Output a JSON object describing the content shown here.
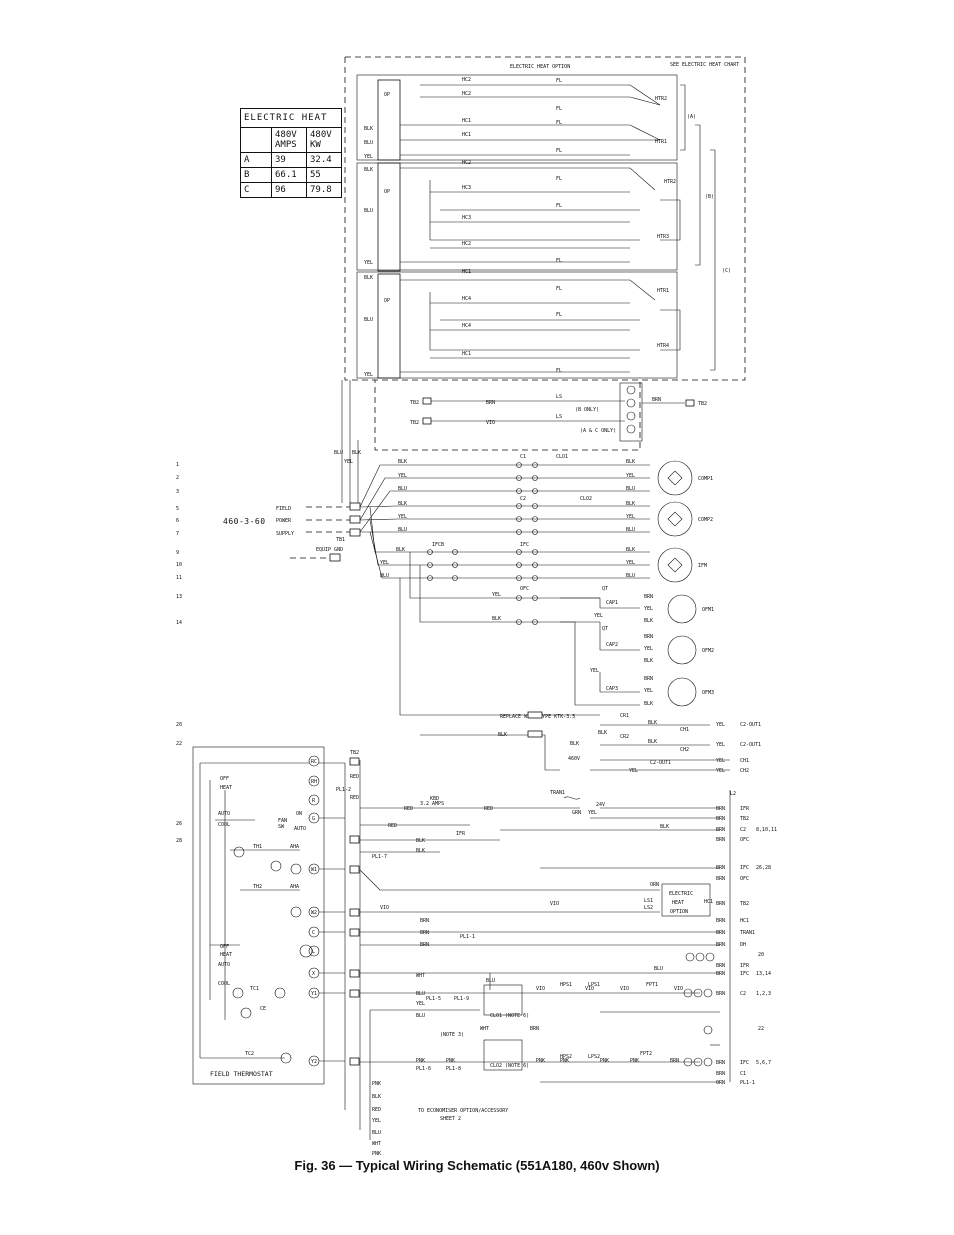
{
  "caption": "Fig. 36 — Typical Wiring Schematic (551A180, 460v Shown)",
  "electric_heat_table": {
    "title": "ELECTRIC HEAT",
    "col_amps": "480V AMPS",
    "col_kw": "480V KW",
    "rows": [
      {
        "id": "A",
        "amps": "39",
        "kw": "32.4"
      },
      {
        "id": "B",
        "amps": "66.1",
        "kw": "55"
      },
      {
        "id": "C",
        "amps": "96",
        "kw": "79.8"
      }
    ]
  },
  "labels": {
    "electric_heat_option": "ELECTRIC HEAT OPTION",
    "see_chart": "SEE ELECTRIC HEAT CHART",
    "tb2": "TB2",
    "b_only": "(B ONLY)",
    "a_c_only": "(A & C ONLY)",
    "field": "FIELD",
    "power": "POWER",
    "supply": "SUPPLY",
    "voltage": "460-3-60",
    "tb1": "TB1",
    "equip_gnd": "EQUIP GND",
    "replace_fuse": "REPLACE WITH TYPE KTK-3.5",
    "fuse_amps": "3.2 AMPS",
    "field_thermostat": "FIELD THERMOSTAT",
    "economiser": "TO ECONOMISER OPTION/ACCESSORY",
    "sheet2": "SHEET 2",
    "electric_heat_option_box": "ELECTRIC HEAT OPTION",
    "l2": "L2",
    "v480": "460V",
    "tran": "TRAN1",
    "ch1": "CH1",
    "ch2": "CH2",
    "lv24": "24V"
  },
  "line_numbers": [
    "1",
    "2",
    "3",
    "5",
    "6",
    "7",
    "9",
    "10",
    "11",
    "13",
    "14",
    "20",
    "22",
    "26",
    "28"
  ],
  "heater_labels": [
    "HTR2",
    "HTR1",
    "HTR2",
    "HTR3",
    "HTR1",
    "HTR4"
  ],
  "contactor_labels": [
    "HC2",
    "HC2",
    "HC1",
    "HC1",
    "HC2",
    "HC3",
    "HC3",
    "HC2",
    "HC1",
    "HC4",
    "HC4",
    "HC1"
  ],
  "group_labels": [
    "(A)",
    "(B)",
    "(C)"
  ],
  "motor_labels": [
    "COMP1",
    "COMP2",
    "IFM",
    "OFM1",
    "OFM2",
    "OFM3"
  ],
  "wire_colors": [
    "BLK",
    "YEL",
    "BLU",
    "BRN",
    "VIO",
    "RED",
    "WHT",
    "PNK",
    "ORN"
  ],
  "right_labels": [
    "IFR",
    "TB2",
    "C2",
    "OFC",
    "IFC",
    "DH",
    "C1"
  ],
  "right_numbers": [
    "8,10,11",
    "26,28",
    "13,14",
    "1,2,3",
    "5,6,7",
    "20",
    "22"
  ]
}
